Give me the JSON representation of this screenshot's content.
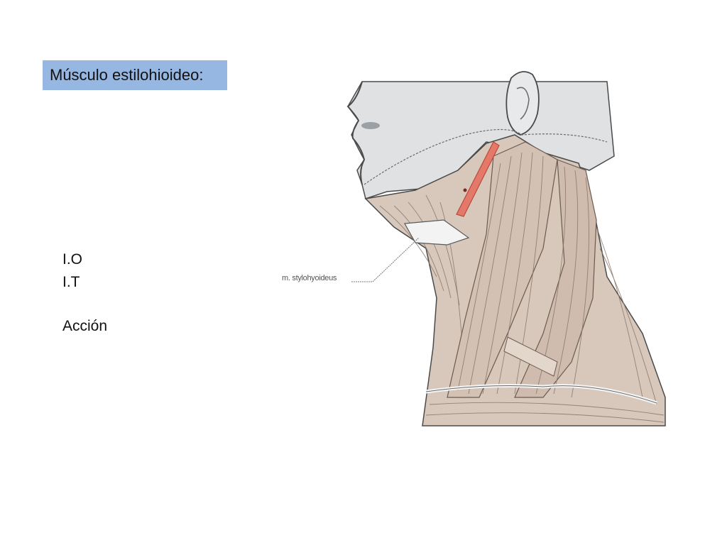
{
  "slide": {
    "title": "Músculo estilohioideo:",
    "notes": [
      "I.O",
      "I.T",
      "Acción"
    ]
  },
  "figure": {
    "callout": "m. stylohyoideus",
    "colors": {
      "skin": "#dfe1e2",
      "muscle": "#d8c8bb",
      "muscle_line": "#8c7a6e",
      "highlight": "#e4796a",
      "outline": "#4a4a4a"
    }
  }
}
